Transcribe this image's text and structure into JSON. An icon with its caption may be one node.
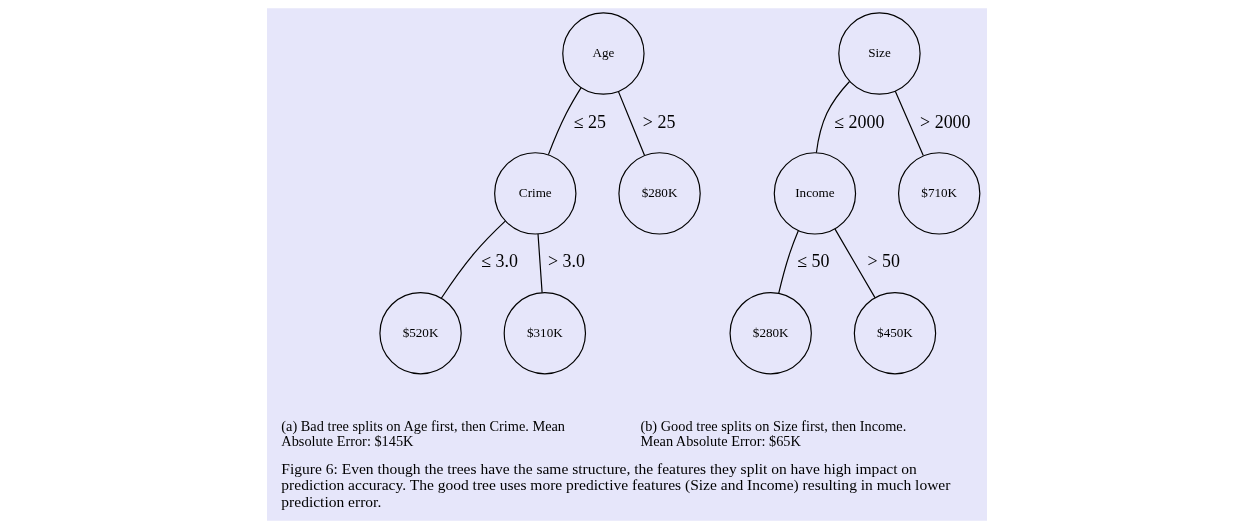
{
  "diagram": {
    "caption": "Figure 6: Even though the trees have the same structure, the features they split on have high impact on prediction accuracy. The good tree uses more predictive features (Size and Income) resulting in much lower prediction error.",
    "nodes": [
      {
        "text": [
          "Age"
        ]
      },
      {
        "text": [
          "Crime"
        ]
      },
      {
        "text": [
          "$280K"
        ]
      },
      {
        "text": [
          "$520K"
        ]
      },
      {
        "text": [
          "$310K"
        ]
      },
      {
        "text": [
          "Size"
        ]
      },
      {
        "text": [
          "Income"
        ]
      },
      {
        "text": [
          "$710K"
        ]
      },
      {
        "text": [
          "$280K"
        ]
      },
      {
        "text": [
          "$450K"
        ]
      }
    ],
    "edges": [
      {
        "from": 0,
        "to": 1,
        "arrow": "none",
        "label": "≤ 25"
      },
      {
        "from": 0,
        "to": 2,
        "arrow": "none",
        "label": "> 25"
      },
      {
        "from": 1,
        "to": 3,
        "arrow": "none",
        "label": "≤ 3.0"
      },
      {
        "from": 1,
        "to": 4,
        "arrow": "none",
        "label": "> 3.0"
      },
      {
        "from": 5,
        "to": 6,
        "arrow": "none",
        "label": "≤ 2000"
      },
      {
        "from": 5,
        "to": 7,
        "arrow": "none",
        "label": "> 2000"
      },
      {
        "from": 6,
        "to": 8,
        "arrow": "none",
        "label": "≤ 50"
      },
      {
        "from": 6,
        "to": 9,
        "arrow": "none",
        "label": "> 50"
      }
    ],
    "labels": [
      "(a) Bad tree splits on Age first, then Crime. Mean Absolute Error: $145K",
      "(b) Good tree splits on Size first, then Income. Mean Absolute Error: $65K"
    ]
  }
}
